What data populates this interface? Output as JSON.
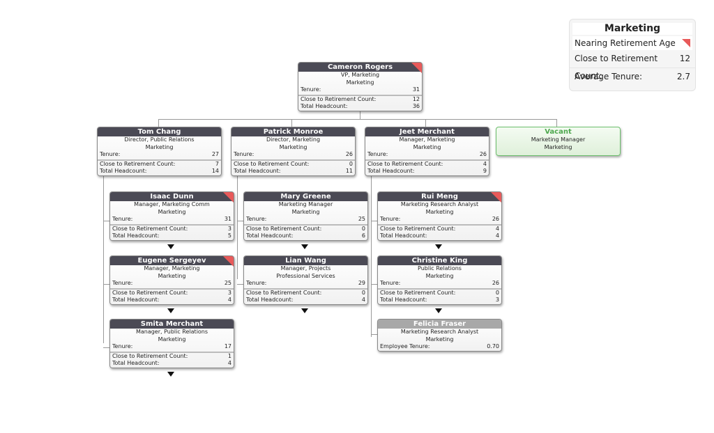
{
  "legend": {
    "title": "Marketing",
    "nearing_label": "Nearing Retirement Age",
    "nearing_color": "#e85a5a",
    "close_label": "Close to Retirement Count:",
    "close_value": "12",
    "avg_label": "Average Tenure:",
    "avg_value": "2.7"
  },
  "labels": {
    "tenure": "Tenure:",
    "close": "Close to Retirement Count:",
    "headcount": "Total Headcount:",
    "employee_tenure": "Employee Tenure:"
  },
  "cards": [
    {
      "name": "Cameron Rogers",
      "title": "VP, Marketing",
      "dept": "Marketing",
      "tenure": "31",
      "close": "12",
      "headcount": "36",
      "flag": true
    },
    {
      "name": "Tom Chang",
      "title": "Director, Public Relations",
      "dept": "Marketing",
      "tenure": "27",
      "close": "7",
      "headcount": "14",
      "flag": false
    },
    {
      "name": "Patrick Monroe",
      "title": "Director, Marketing",
      "dept": "Marketing",
      "tenure": "26",
      "close": "0",
      "headcount": "11",
      "flag": false
    },
    {
      "name": "Jeet Merchant",
      "title": "Manager, Marketing",
      "dept": "Marketing",
      "tenure": "26",
      "close": "4",
      "headcount": "9",
      "flag": false
    },
    {
      "name": "Vacant",
      "title": "Marketing Manager",
      "dept": "Marketing",
      "type": "vacant"
    },
    {
      "name": "Isaac Dunn",
      "title": "Manager, Marketing Comm",
      "dept": "Marketing",
      "tenure": "31",
      "close": "3",
      "headcount": "5",
      "flag": true,
      "expand": true
    },
    {
      "name": "Eugene Sergeyev",
      "title": "Manager, Marketing",
      "dept": "Marketing",
      "tenure": "25",
      "close": "3",
      "headcount": "4",
      "flag": true,
      "expand": true
    },
    {
      "name": "Smita Merchant",
      "title": "Manager, Public Relations",
      "dept": "Marketing",
      "tenure": "17",
      "close": "1",
      "headcount": "4",
      "flag": false,
      "expand": true
    },
    {
      "name": "Mary Greene",
      "title": "Marketing Manager",
      "dept": "Marketing",
      "tenure": "25",
      "close": "0",
      "headcount": "6",
      "flag": false,
      "expand": true
    },
    {
      "name": "Lian Wang",
      "title": "Manager, Projects",
      "dept": "Professional Services",
      "tenure": "29",
      "close": "0",
      "headcount": "4",
      "flag": false,
      "expand": true
    },
    {
      "name": "Rui Meng",
      "title": "Marketing Research Analyst",
      "dept": "Marketing",
      "tenure": "26",
      "close": "4",
      "headcount": "4",
      "flag": true,
      "expand": true
    },
    {
      "name": "Christine King",
      "title": "Public Relations",
      "dept": "Marketing",
      "tenure": "26",
      "close": "0",
      "headcount": "3",
      "flag": false,
      "expand": true
    },
    {
      "name": "Felicia Fraser",
      "title": "Marketing Research Analyst",
      "dept": "Marketing",
      "employee_tenure": "0.70",
      "type": "inactive"
    }
  ]
}
